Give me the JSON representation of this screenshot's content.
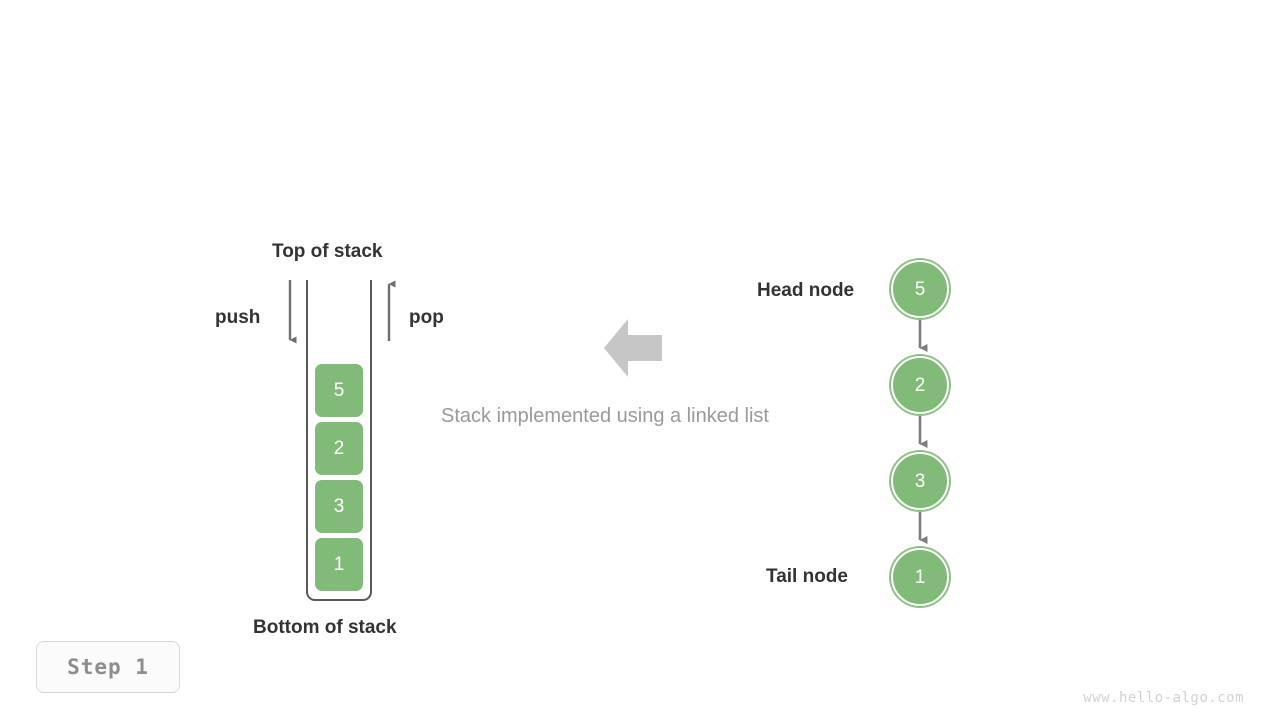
{
  "figure": {
    "caption": "Stack implemented using a linked list",
    "step_badge": "Step 1",
    "watermark": "www.hello-algo.com",
    "colors": {
      "node_green": "#80bb78",
      "node_ring": "#8cc284",
      "arrow_gray": "#6f6f6f",
      "transform_arrow_gray": "#c6c6c6",
      "label_dark": "#333333",
      "caption_gray": "#9a9a9a",
      "vessel_border": "#5a5a5a",
      "badge_text": "#8d8d8d",
      "watermark_gray": "#d2d2d2"
    }
  },
  "stack": {
    "top_label": "Top of stack",
    "bottom_label": "Bottom of stack",
    "push_label": "push",
    "pop_label": "pop",
    "cells": [
      {
        "value": "5"
      },
      {
        "value": "2"
      },
      {
        "value": "3"
      },
      {
        "value": "1"
      }
    ]
  },
  "linked_list": {
    "head_label": "Head node",
    "tail_label": "Tail node",
    "nodes": [
      {
        "value": "5"
      },
      {
        "value": "2"
      },
      {
        "value": "3"
      },
      {
        "value": "1"
      }
    ]
  },
  "icons": {
    "push_arrow": "arrow-down-icon",
    "pop_arrow": "arrow-up-icon",
    "transform_arrow": "arrow-left-icon",
    "link_arrow": "arrow-down-icon"
  }
}
